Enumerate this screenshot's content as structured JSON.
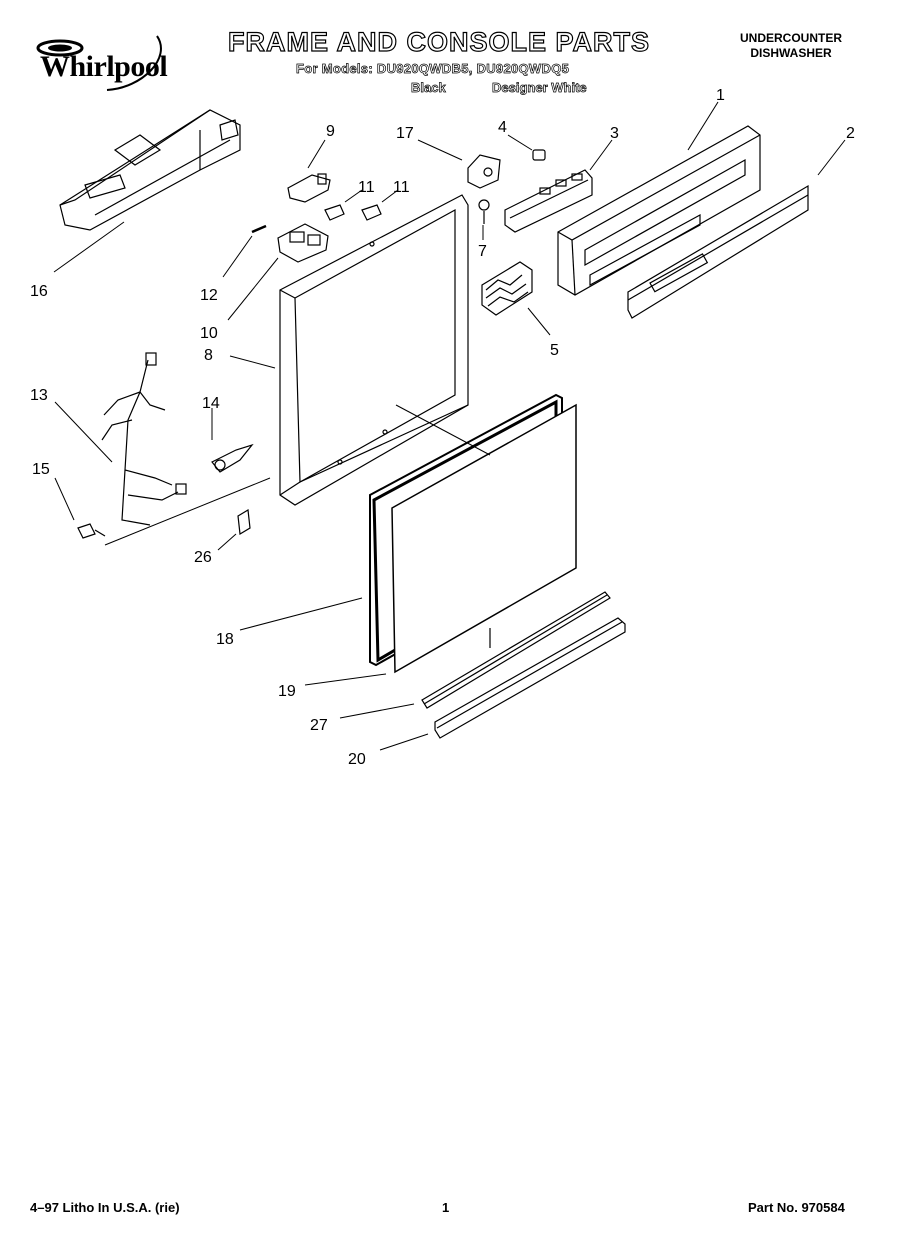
{
  "header": {
    "brand": "Whirlpool",
    "title": "FRAME AND CONSOLE PARTS",
    "models_line": "For Models: DU920QWDB5, DU920QWDQ5",
    "variant_black": "Black",
    "variant_white": "Designer White",
    "category_line1": "UNDERCOUNTER",
    "category_line2": "DISHWASHER"
  },
  "callouts": {
    "c1": "1",
    "c2": "2",
    "c3": "3",
    "c4": "4",
    "c5": "5",
    "c7": "7",
    "c8": "8",
    "c9": "9",
    "c10": "10",
    "c11a": "11",
    "c11b": "11",
    "c12": "12",
    "c13": "13",
    "c14": "14",
    "c15": "15",
    "c16": "16",
    "c17": "17",
    "c18": "18",
    "c19": "19",
    "c20": "20",
    "c26": "26",
    "c27": "27"
  },
  "footer": {
    "print_info": "4–97 Litho In U.S.A. (rie)",
    "page": "1",
    "part_no": "Part No. 970584"
  }
}
